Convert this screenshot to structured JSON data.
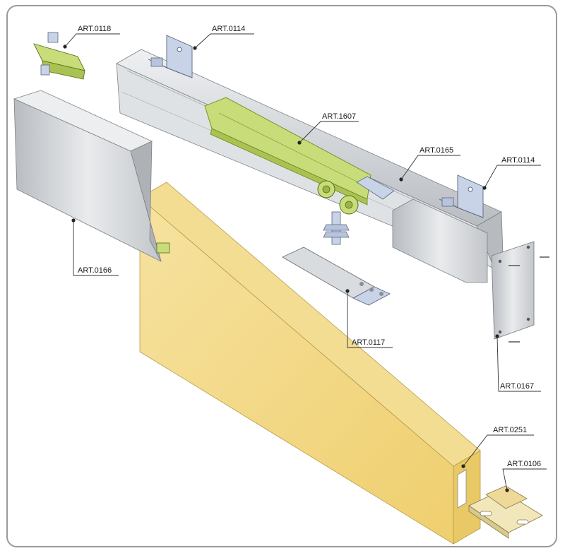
{
  "labels": {
    "clamp_small": "ART.0118",
    "bracket_left": "ART.0114",
    "trolley": "ART.1607",
    "track": "ART.0165",
    "bracket_right": "ART.0114",
    "cover_profile": "ART.0166",
    "door_plate": "ART.0117",
    "end_cap": "ART.0167",
    "floor_channel": "ART.0251",
    "floor_guide": "ART.0106"
  },
  "colors": {
    "door": "#f2d57a",
    "door_side": "#e6c86a",
    "aluminium": "#d9dcdf",
    "aluminium_dark": "#a9adb2",
    "green_part": "#c8dc7a",
    "zinc_bracket": "#c9d3e8",
    "frame_border": "#9a9a9a"
  }
}
